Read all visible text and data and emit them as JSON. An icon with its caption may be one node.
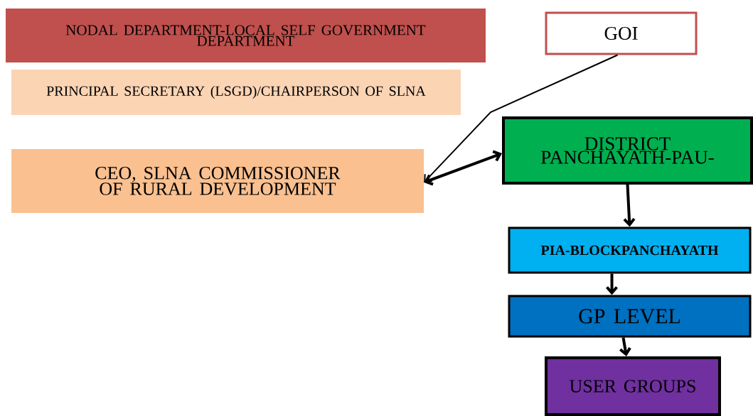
{
  "diagram": {
    "nodes": [
      {
        "text": [
          "NODAL DEPARTMENT-LOCAL SELF GOVERNMENT DEPARTMENT"
        ]
      },
      {
        "text": [
          "PRINCIPAL SECRETARY (LSGD)/CHAIRPERSON OF SLNA"
        ]
      },
      {
        "text": [
          "CEO, SLNA COMMISSIONER OF RURAL DEVELOPMENT"
        ]
      },
      {
        "text": [
          "GOI"
        ]
      },
      {
        "text": [
          "DISTRICT PANCHAYATH-PAU-"
        ]
      },
      {
        "text": [
          "PIA-BLOCKPANCHAYATH"
        ]
      },
      {
        "text": [
          "GP LEVEL"
        ]
      },
      {
        "text": [
          "USER GROUPS"
        ]
      }
    ],
    "edges": [
      {
        "from": 3,
        "to": 2,
        "arrow": "to"
      },
      {
        "from": 2,
        "to": 4,
        "arrow": "both"
      },
      {
        "from": 4,
        "to": 5,
        "arrow": "to"
      },
      {
        "from": 5,
        "to": 6,
        "arrow": "to"
      },
      {
        "from": 6,
        "to": 7,
        "arrow": "to"
      }
    ]
  }
}
